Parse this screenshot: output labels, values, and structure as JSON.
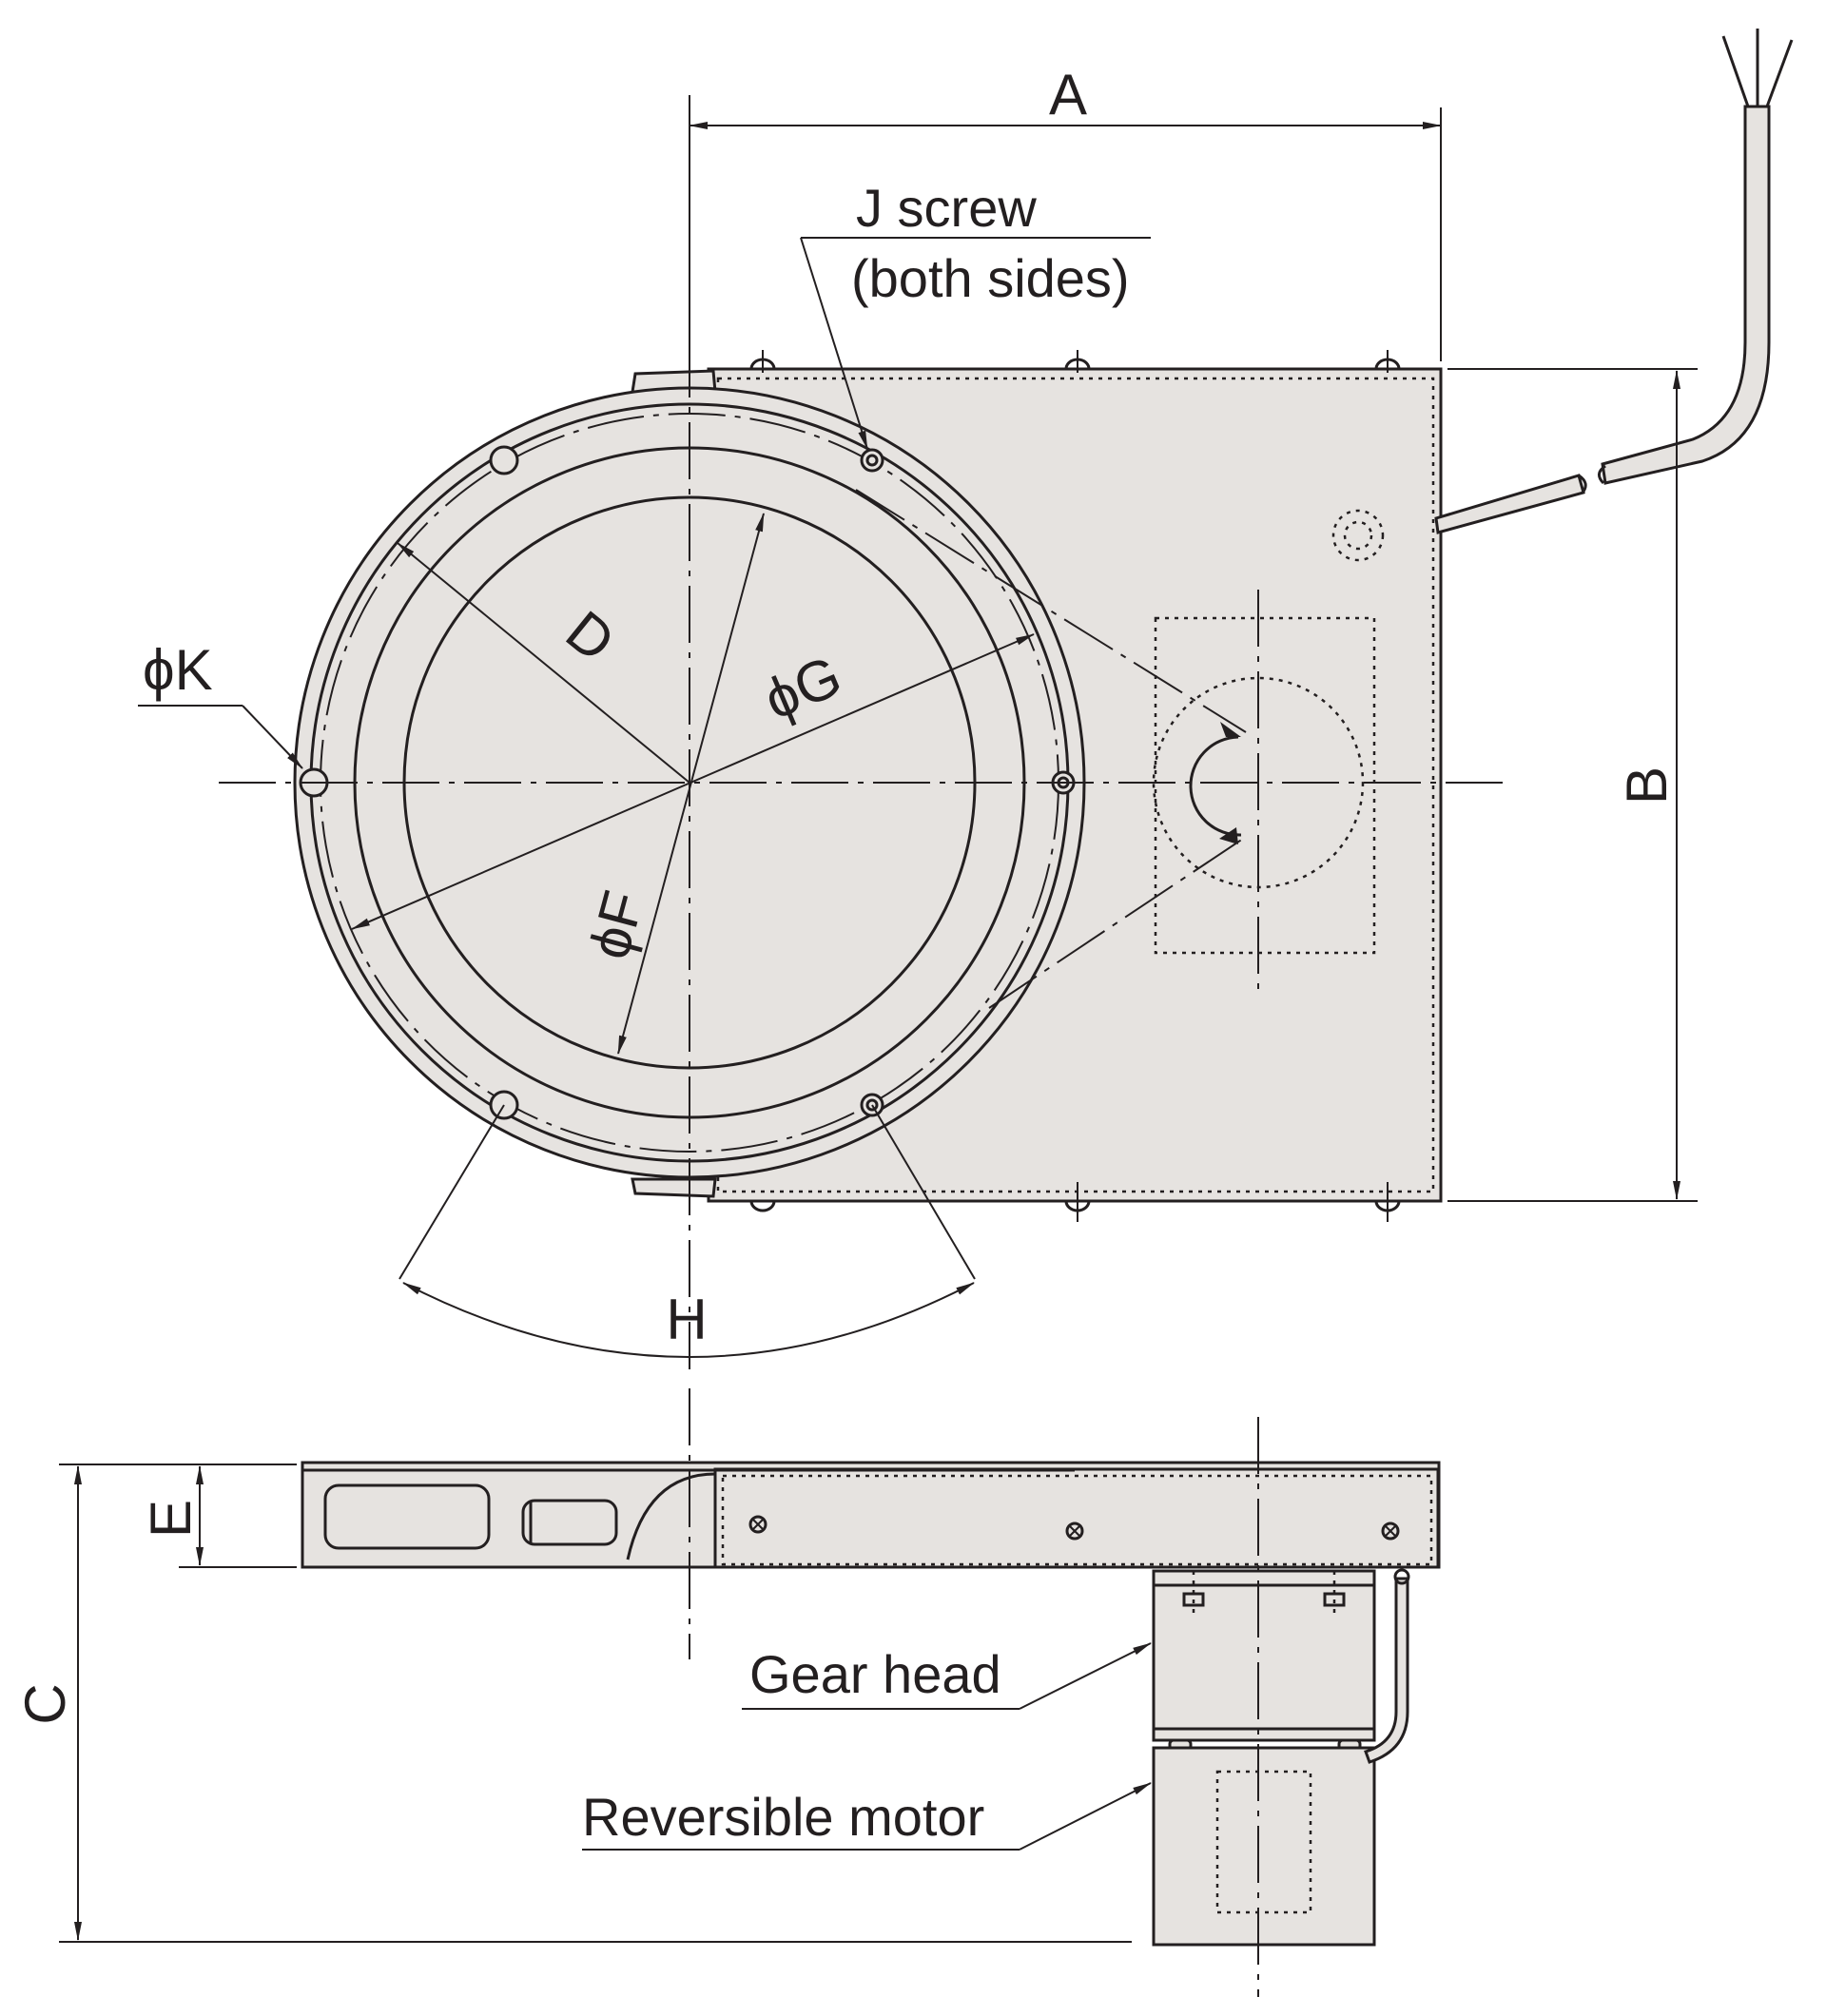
{
  "colors": {
    "ink": "#231f20",
    "part_fill": "#e6e3e0",
    "background": "#ffffff"
  },
  "labels": {
    "dim_a": "A",
    "dim_b": "B",
    "dim_c": "C",
    "dim_d": "D",
    "dim_e": "E",
    "dim_f": "ϕF",
    "dim_g": "ϕG",
    "dim_h": "H",
    "dim_k": "ϕK",
    "j_screw_line1": "J screw",
    "j_screw_line2": "(both sides)",
    "gear_head": "Gear head",
    "reversible_motor": "Reversible motor"
  }
}
